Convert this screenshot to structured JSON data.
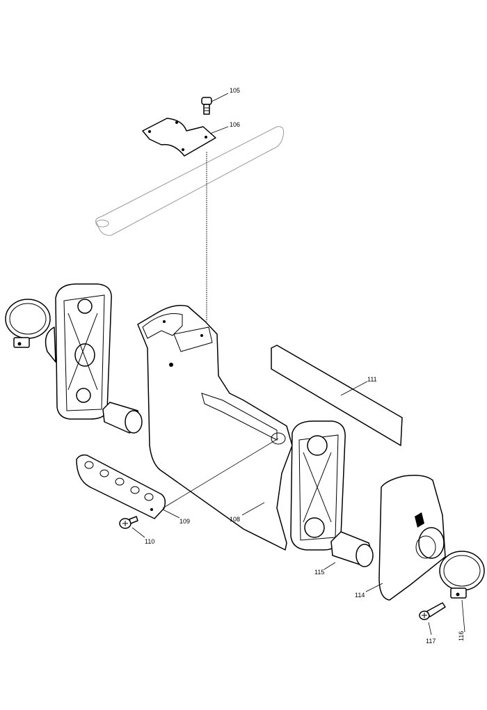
{
  "colors": {
    "line": "#000000",
    "ghost": "#999999",
    "background": "#ffffff"
  },
  "callouts": {
    "p105": "105",
    "p106": "106",
    "p108": "108",
    "p109": "109",
    "p110": "110",
    "p111": "111",
    "p114": "114",
    "p115": "115",
    "p116": "116",
    "p117": "117"
  }
}
